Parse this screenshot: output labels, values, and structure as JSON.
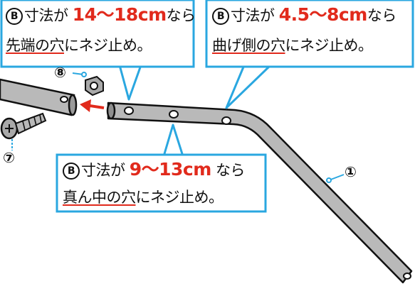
{
  "callouts": {
    "top_left": {
      "prefix": "寸法が",
      "range": "14～18cm",
      "suffix": "なら",
      "line2_hole": "先端の穴",
      "line2_rest": "にネジ止め。"
    },
    "top_right": {
      "prefix": "寸法が",
      "range": "4.5～8cm",
      "suffix": "なら",
      "line2_hole": "曲げ側の穴",
      "line2_rest": "にネジ止め。"
    },
    "middle": {
      "prefix": "寸法が",
      "range": "9～13cm",
      "suffix": "なら",
      "line2_hole": "真ん中の穴",
      "line2_rest": "にネジ止め。"
    },
    "dimension_letter": "B"
  },
  "part_numbers": {
    "rail": "①",
    "screw": "⑦",
    "nut": "⑧"
  },
  "colors": {
    "callout_border": "#2aa7e0",
    "accent_red": "#e12a1c",
    "rail_fill": "#b9b9b9",
    "outline": "#111111"
  }
}
